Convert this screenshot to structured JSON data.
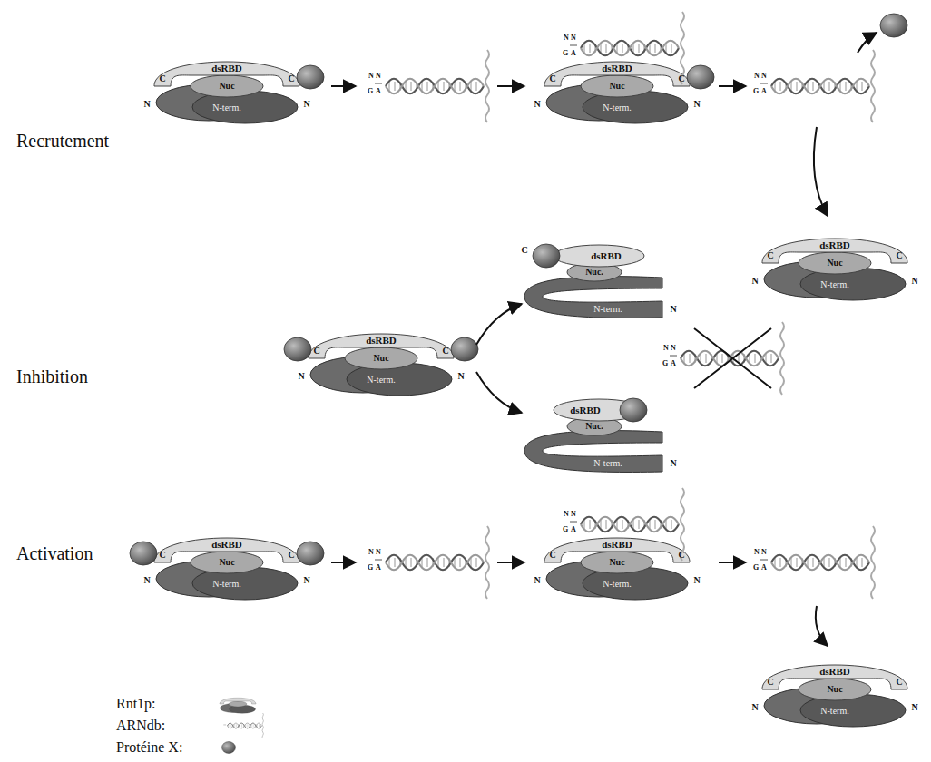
{
  "diagram": {
    "labels": [
      "Recrutement",
      "Inhibition",
      "Activation",
      "C",
      "dsRBD",
      "C",
      "Nuc",
      "N",
      "N-term.",
      "N",
      "N",
      "N",
      "G",
      "A",
      "N",
      "N",
      "G",
      "A",
      "C",
      "dsRBD",
      "C",
      "Nuc",
      "N",
      "N-term.",
      "N",
      "N",
      "N",
      "G",
      "A",
      "C",
      "dsRBD",
      "C",
      "Nuc",
      "N",
      "N-term.",
      "N",
      "C",
      "dsRBD",
      "C",
      "Nuc",
      "N",
      "N-term.",
      "N",
      "C",
      "dsRBD",
      "Nuc.",
      "N",
      "N-term.",
      "dsRBD",
      "Nuc.",
      "N-term.",
      "N",
      "N",
      "N",
      "G",
      "A",
      "C",
      "dsRBD",
      "C",
      "Nuc",
      "N",
      "N-term.",
      "N",
      "N",
      "N",
      "G",
      "A",
      "N",
      "N",
      "G",
      "A",
      "C",
      "dsRBD",
      "C",
      "Nuc",
      "N",
      "N-term.",
      "N",
      "N",
      "N",
      "G",
      "A",
      "C",
      "dsRBD",
      "C",
      "Nuc",
      "N",
      "N-term.",
      "N"
    ],
    "legend": [
      {
        "text": "Rnt1p:"
      },
      {
        "text": "ARNdb:"
      },
      {
        "text": "Protéine X:"
      }
    ]
  }
}
